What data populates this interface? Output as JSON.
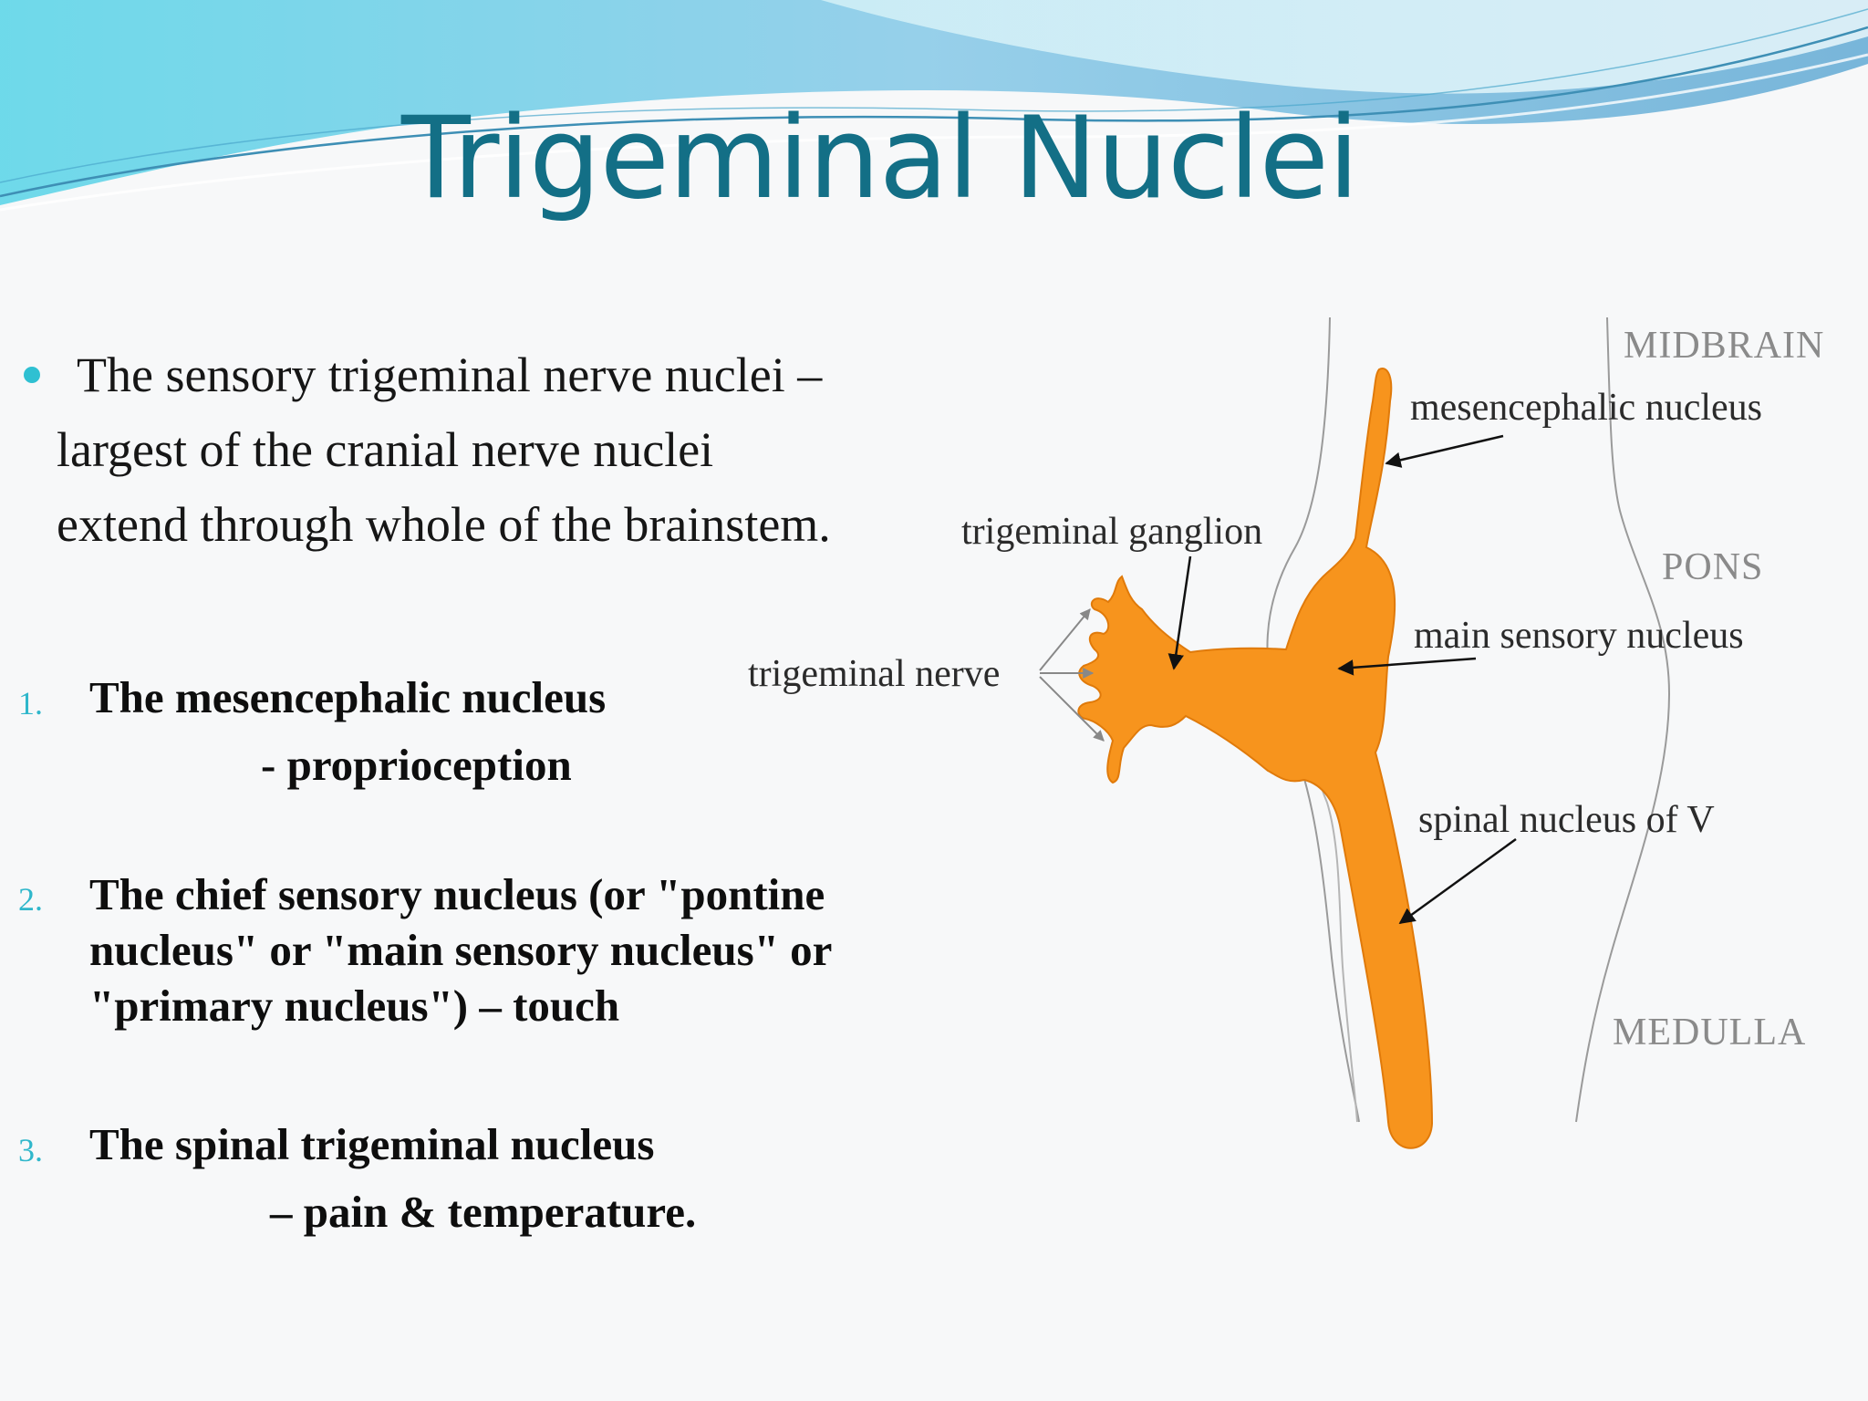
{
  "slide": {
    "title": "Trigeminal Nuclei",
    "intro": {
      "lines": [
        "The sensory trigeminal nerve nuclei –",
        "largest of the cranial nerve nuclei",
        "extend through whole of the brainstem."
      ]
    },
    "list": [
      {
        "number": "1.",
        "lines": [
          "The mesencephalic nucleus",
          "- proprioception"
        ]
      },
      {
        "number": "2.",
        "lines": [
          "The chief sensory nucleus (or \"pontine",
          "nucleus\" or \"main sensory nucleus\" or",
          "\"primary nucleus\") – touch"
        ]
      },
      {
        "number": "3.",
        "lines": [
          "The spinal trigeminal nucleus",
          "– pain & temperature."
        ]
      }
    ]
  },
  "diagram": {
    "regions": {
      "midbrain": "MIDBRAIN",
      "pons": "PONS",
      "medulla": "MEDULLA"
    },
    "labels": {
      "mesencephalic": "mesencephalic nucleus",
      "ganglion": "trigeminal ganglion",
      "main_sensory": "main sensory nucleus",
      "nerve": "trigeminal nerve",
      "spinal": "spinal nucleus of V"
    }
  },
  "colors": {
    "title": "#136f86",
    "accent": "#2fc0d2",
    "nucleus": "#f7941d",
    "banner_light": "#bfe6f3",
    "banner_dark": "#6ab4d8"
  }
}
